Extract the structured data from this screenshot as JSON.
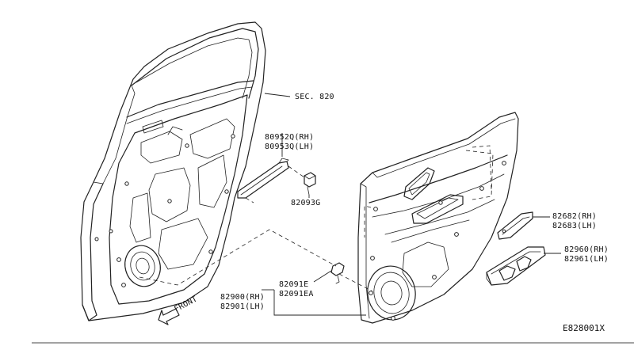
{
  "labels": {
    "sec_820": "SEC. 820",
    "p80952": "80952Q(RH)",
    "p80953": "80953Q(LH)",
    "p82093g": "82093G",
    "p82682": "82682(RH)",
    "p82683": "82683(LH)",
    "p82960": "82960(RH)",
    "p82961": "82961(LH)",
    "p82091e": "82091E",
    "p82091ea": "82091EA",
    "p82900": "82900(RH)",
    "p82901": "82901(LH)",
    "front": "FRONT"
  },
  "diagram_code": "E828001X"
}
